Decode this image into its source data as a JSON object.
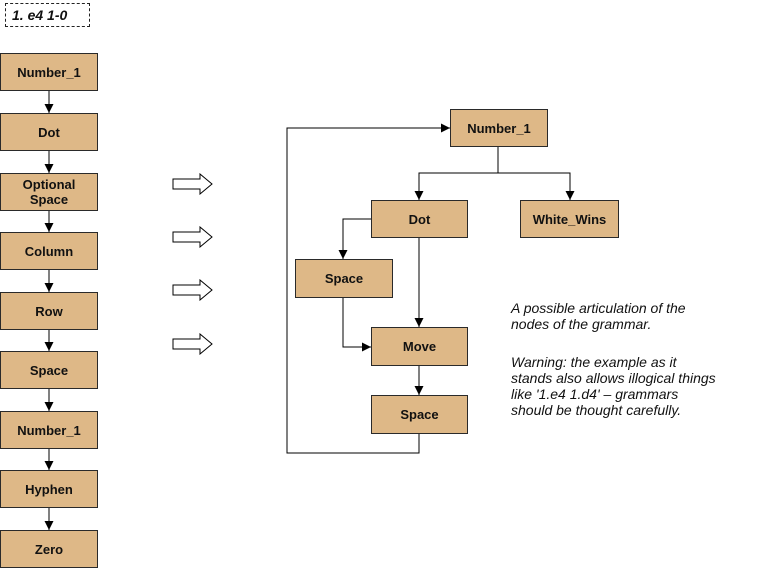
{
  "title": "1. e4 1-0",
  "sequence": [
    "Number_1",
    "Dot",
    "Optional\nSpace",
    "Column",
    "Row",
    "Space",
    "Number_1",
    "Hyphen",
    "Zero"
  ],
  "graph": {
    "number_1": "Number_1",
    "dot": "Dot",
    "white_wins": "White_Wins",
    "space_top": "Space",
    "move": "Move",
    "space_bottom": "Space"
  },
  "notes": {
    "articulation": "A possible articulation of the\nnodes of the grammar.",
    "warning": "Warning: the example as it\nstands also allows illogical things\nlike '1.e4 1.d4' – grammars\nshould be thought carefully."
  },
  "colors": {
    "node_fill": "#deb887",
    "line": "#000000"
  }
}
